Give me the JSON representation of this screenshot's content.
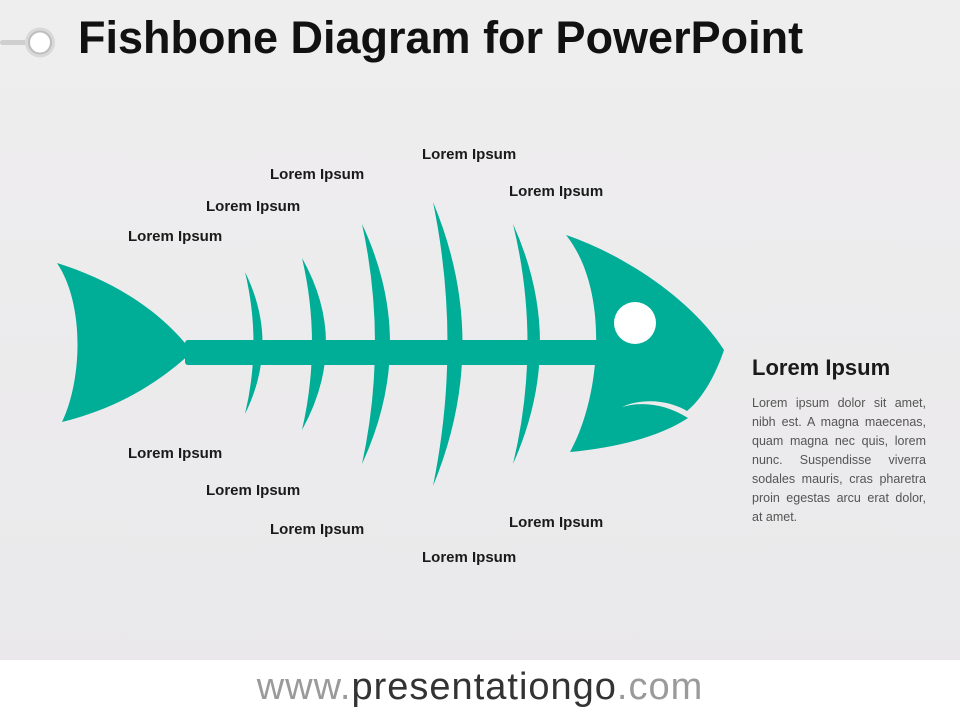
{
  "title": "Fishbone Diagram for PowerPoint",
  "colors": {
    "fish": "#00ad97",
    "title": "#111111",
    "label": "#1a1a1a",
    "body_text": "#555555"
  },
  "bone_labels": {
    "top": [
      "Lorem Ipsum",
      "Lorem Ipsum",
      "Lorem Ipsum",
      "Lorem Ipsum",
      "Lorem Ipsum"
    ],
    "bottom": [
      "Lorem Ipsum",
      "Lorem Ipsum",
      "Lorem Ipsum",
      "Lorem Ipsum",
      "Lorem Ipsum"
    ]
  },
  "side_panel": {
    "heading": "Lorem Ipsum",
    "body": "Lorem ipsum dolor sit amet, nibh est. A magna maecenas, quam magna nec quis, lorem nunc. Suspendisse viverra sodales mauris, cras pharetra proin egestas arcu erat dolor, at amet."
  },
  "footer": {
    "prefix": "www.",
    "brand": "presentationgo",
    "suffix": ".com"
  }
}
